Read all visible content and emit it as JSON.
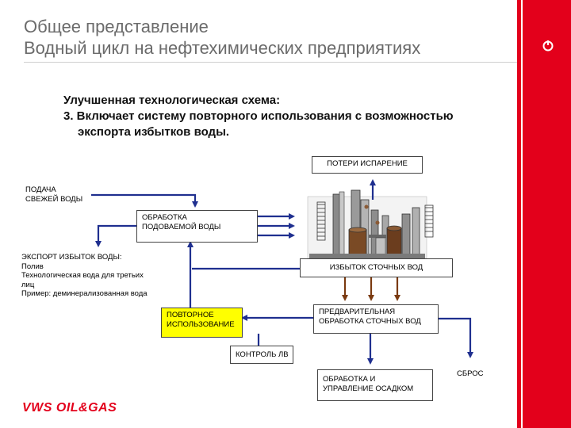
{
  "header": {
    "title_line1": "Общее представление",
    "title_line2": "Водный цикл на нефтехимических предприятиях"
  },
  "subtitle": {
    "line1": "Улучшенная технологическая схема:",
    "line2": "3. Включает систему повторного использования с возможностью",
    "line3": "экспорта избытков воды."
  },
  "diagram": {
    "losses": "ПОТЕРИ ИСПАРЕНИЕ",
    "fresh_water_line1": "ПОДАЧА",
    "fresh_water_line2": "СВЕЖЕЙ ВОДЫ",
    "feed_treatment_line1": "ОБРАБОТКА",
    "feed_treatment_line2": "ПОДОВАЕМОЙ ВОДЫ",
    "export_line1": "ЭКСПОРТ ИЗБЫТОК ВОДЫ:",
    "export_line2": "Полив",
    "export_line3": "Технологическая вода для третьих",
    "export_line4": "лиц",
    "export_line5": "Пример: деминерализованная вода",
    "excess_wastewater": "ИЗБЫТОК СТОЧНЫХ ВОД",
    "reuse_line1": "ПОВТОРНОЕ",
    "reuse_line2": "ИСПОЛЬЗОВАНИЕ",
    "pretreatment_line1": "ПРЕДВАРИТЕЛЬНАЯ",
    "pretreatment_line2": "ОБРАБОТКА СТОЧНЫХ ВОД",
    "control": "КОНТРОЛЬ ЛВ",
    "discharge": "СБРОС",
    "sludge_line1": "ОБРАБОТКА И",
    "sludge_line2": "УПРАВЛЕНИЕ ОСАДКОМ"
  },
  "footer": {
    "logo": "VWS OIL&GAS"
  },
  "colors": {
    "brand_red": "#e3001b",
    "flow_blue": "#1f2f8f",
    "flow_brown": "#7a3a10",
    "reuse_yellow": "#ffff00"
  }
}
